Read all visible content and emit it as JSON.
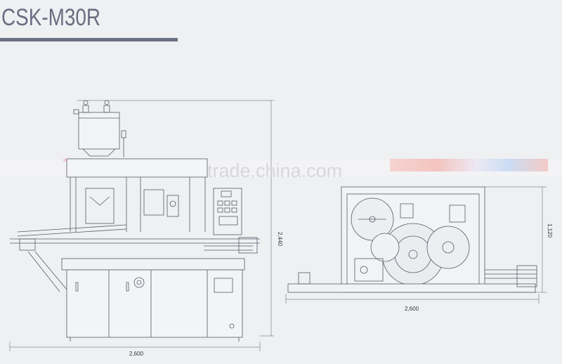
{
  "title": "CSK-M30R",
  "watermark": "trade.china.com",
  "dimensions": {
    "front_width": "2,600",
    "front_height": "2,440",
    "side_width": "2,600",
    "side_height": "1,120"
  },
  "colors": {
    "title": "#6a6e82",
    "line": "#555a66",
    "band_red": "#f2a9a2",
    "band_blue": "#a9c7f0"
  }
}
